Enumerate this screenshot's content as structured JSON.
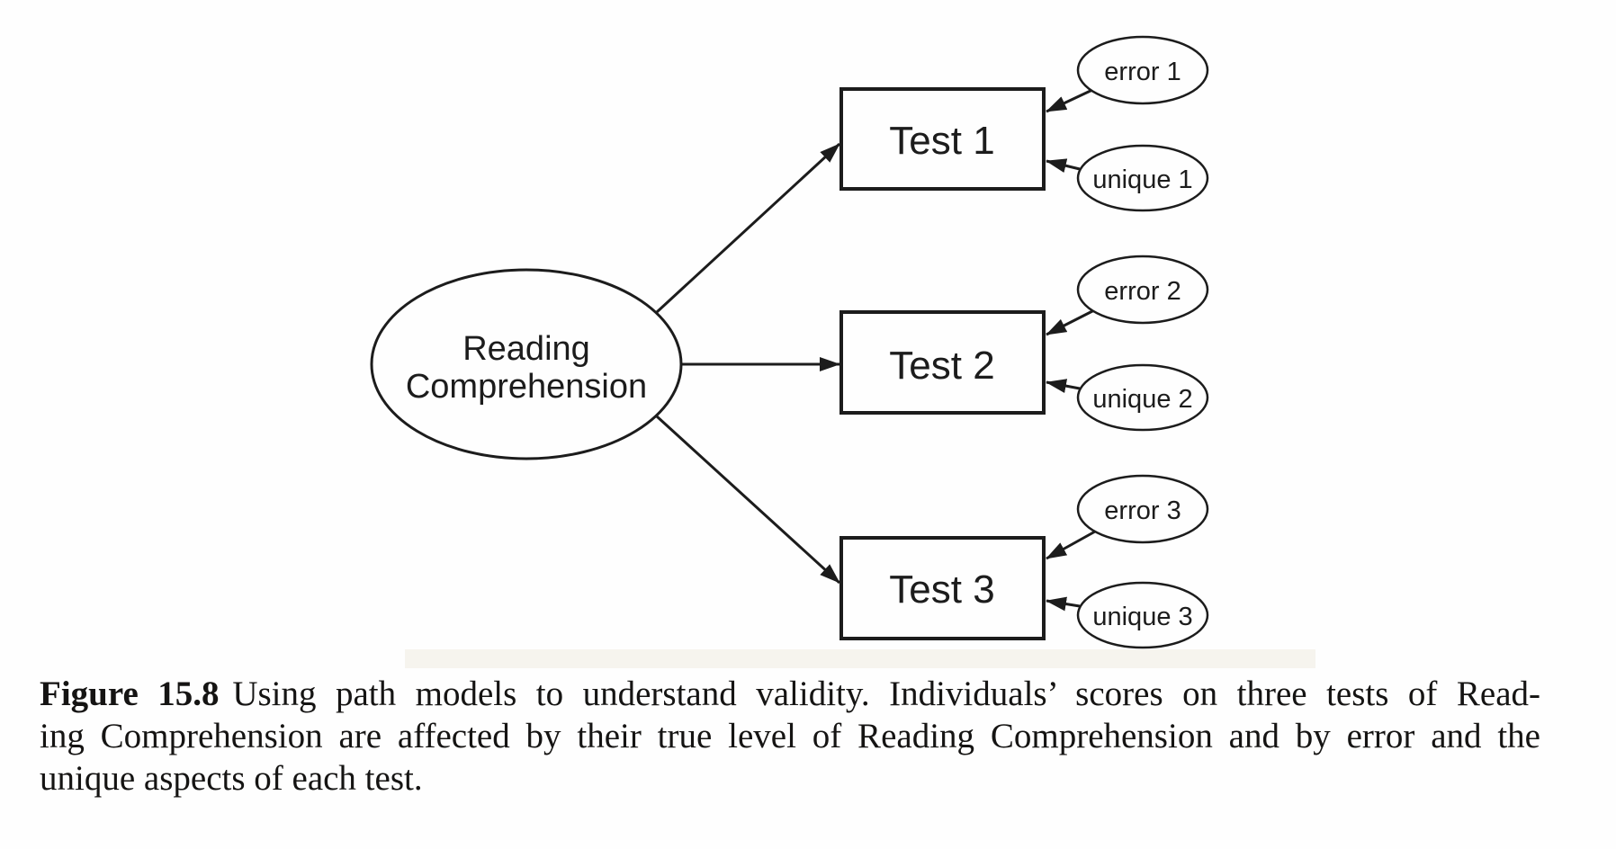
{
  "figure": {
    "latent": {
      "label_line1": "Reading",
      "label_line2": "Comprehension"
    },
    "tests": [
      {
        "label": "Test 1",
        "error": "error 1",
        "unique": "unique 1"
      },
      {
        "label": "Test 2",
        "error": "error 2",
        "unique": "unique 2"
      },
      {
        "label": "Test 3",
        "error": "error 3",
        "unique": "unique 3"
      }
    ],
    "colors": {
      "stroke": "#1c1c1c",
      "background": "#fefefe",
      "scan_band": "#f6f4ee"
    }
  },
  "caption": {
    "label": "Figure 15.8",
    "lines": {
      "line1_rest": "Using path models to understand validity. Individuals’ scores on three tests of Read-",
      "line2": "ing Comprehension are affected by their true level of Reading Comprehension and by error and the",
      "line3": "unique aspects of each test."
    },
    "full_text": "Figure 15.8 Using path models to understand validity. Individuals’ scores on three tests of Reading Comprehension are affected by their true level of Reading Comprehension and by error and the unique aspects of each test."
  }
}
